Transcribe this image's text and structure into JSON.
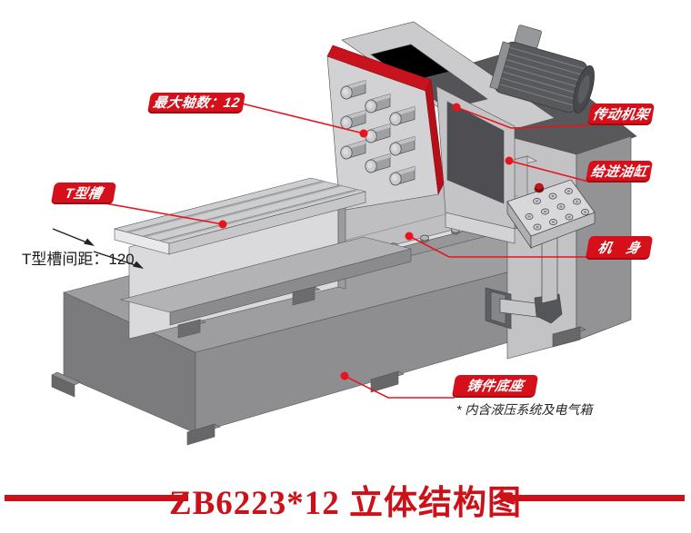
{
  "colors": {
    "label_red": "#d5101b",
    "callout_line_red": "#e8141c",
    "title_red": "#cc1118",
    "dimension_text": "#1a1a1a"
  },
  "callouts": {
    "max_axes": "最大轴数：12",
    "transmission_frame": "传动机架",
    "feed_cylinder": "给进油缸",
    "t_slot": "T型槽",
    "machine_body": "机　身",
    "cast_base": "铸件底座",
    "cast_base_note": "* 内含液压系统及电气箱",
    "t_slot_spacing": "T型槽间距：120"
  },
  "title": "ZB6223*12 立体结构图"
}
